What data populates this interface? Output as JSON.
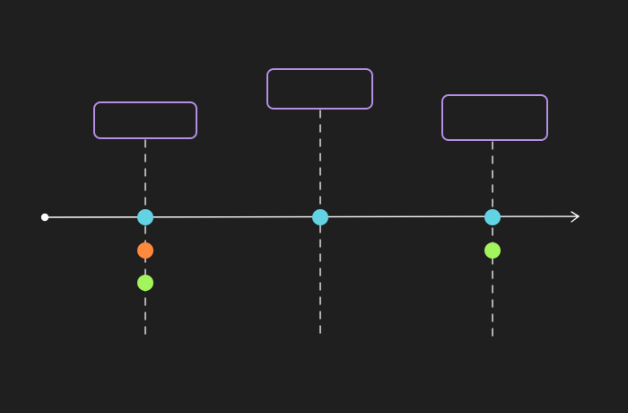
{
  "colors": {
    "background": "#1f1f1f",
    "line": "#ffffff",
    "box_stroke": "#b58ee6",
    "marker_primary": "#62d3e3",
    "marker_orange": "#ff8a3d",
    "marker_green": "#a2f55c"
  },
  "timeline": {
    "direction": "left-to-right",
    "start_marker": "dot",
    "end_marker": "arrow"
  },
  "events": [
    {
      "label": "",
      "box_position": "middle",
      "markers": [
        "marker_orange",
        "marker_green"
      ]
    },
    {
      "label": "",
      "box_position": "high",
      "markers": []
    },
    {
      "label": "",
      "box_position": "mid-high",
      "markers": [
        "marker_green"
      ]
    }
  ]
}
